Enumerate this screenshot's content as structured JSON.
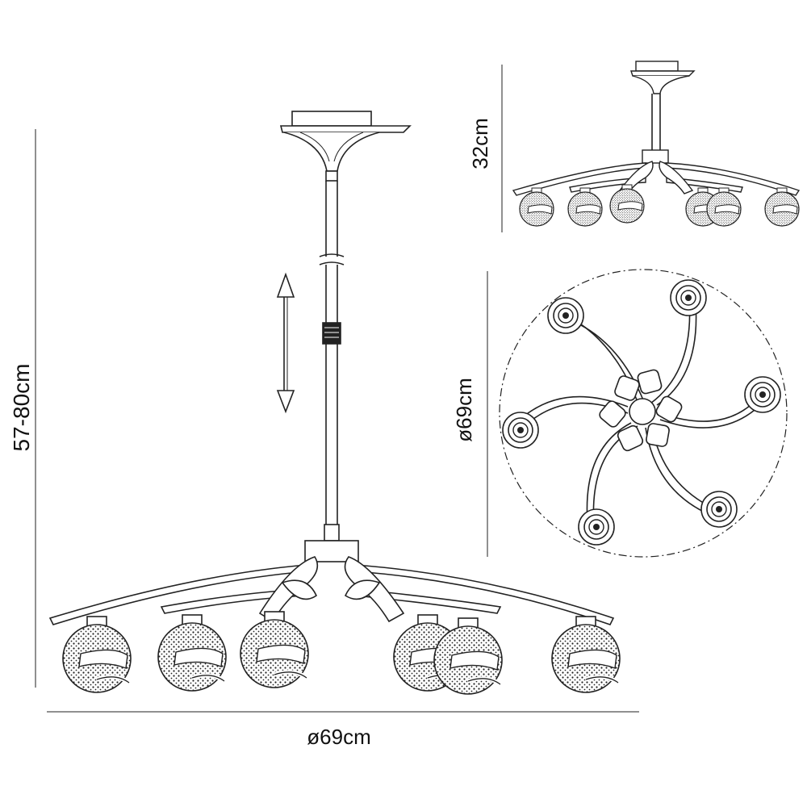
{
  "dimensions": {
    "height_range": "57-80cm",
    "width_bottom": "ø69cm",
    "depth_top": "32cm",
    "diameter_plan": "ø69cm"
  },
  "colors": {
    "line": "#222222",
    "background": "#ffffff",
    "glass_fill": "#9a9a9a"
  }
}
